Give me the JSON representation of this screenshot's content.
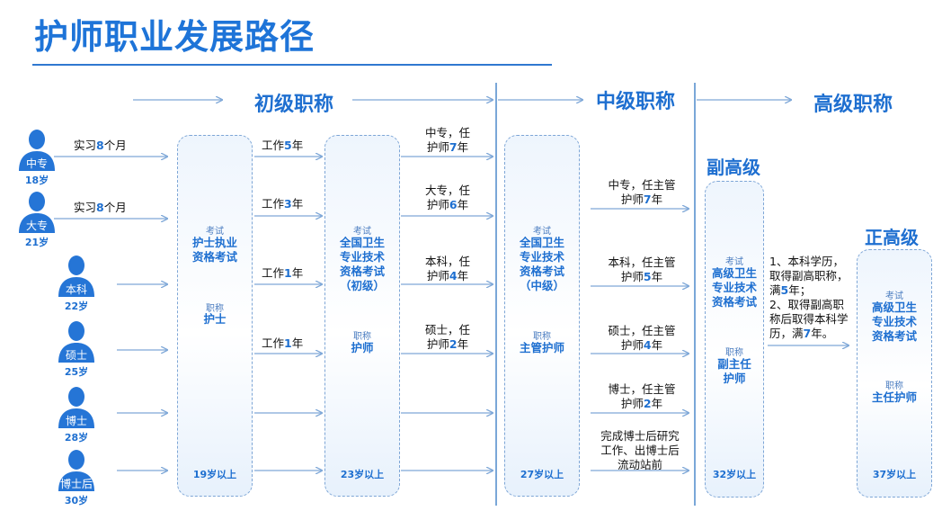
{
  "title": "护师职业发展路径",
  "levels": {
    "primary": "初级职称",
    "intermediate": "中级职称",
    "senior": "高级职称"
  },
  "subs": {
    "vice": "副高级",
    "full": "正高级"
  },
  "people": [
    {
      "tag": "中专",
      "age": "18岁"
    },
    {
      "tag": "大专",
      "age": "21岁"
    },
    {
      "tag": "本科",
      "age": "22岁"
    },
    {
      "tag": "硕士",
      "age": "25岁"
    },
    {
      "tag": "博士",
      "age": "28岁"
    },
    {
      "tag": "博士后",
      "age": "30岁"
    }
  ],
  "intern": {
    "a": "实习",
    "b": "8",
    "c": "个月"
  },
  "work": [
    {
      "a": "工作",
      "b": "5",
      "c": "年"
    },
    {
      "a": "工作",
      "b": "3",
      "c": "年"
    },
    {
      "a": "工作",
      "b": "1",
      "c": "年"
    },
    {
      "a": "工作",
      "b": "1",
      "c": "年"
    }
  ],
  "box1": {
    "exam_small": "考试",
    "exam": "护士执业\n资格考试",
    "title_small": "职称",
    "title": "护士",
    "age": "19岁以上"
  },
  "box2": {
    "exam_small": "考试",
    "exam": "全国卫生\n专业技术\n资格考试\n（初级）",
    "title_small": "职称",
    "title": "护师",
    "age": "23岁以上"
  },
  "box3": {
    "exam_small": "考试",
    "exam": "全国卫生\n专业技术\n资格考试\n（中级）",
    "title_small": "职称",
    "title": "主管护师",
    "age": "27岁以上"
  },
  "box4": {
    "exam_small": "考试",
    "exam": "高级卫生\n专业技术\n资格考试",
    "title_small": "职称",
    "title": "副主任\n护师",
    "age": "32岁以上"
  },
  "box5": {
    "exam_small": "考试",
    "exam": "高级卫生\n专业技术\n资格考试",
    "title_small": "职称",
    "title": "主任护师",
    "age": "37岁以上"
  },
  "col3": [
    {
      "l1": "中专，任",
      "l2a": "护师",
      "l2b": "7",
      "l2c": "年"
    },
    {
      "l1": "大专，任",
      "l2a": "护师",
      "l2b": "6",
      "l2c": "年"
    },
    {
      "l1": "本科，任",
      "l2a": "护师",
      "l2b": "4",
      "l2c": "年"
    },
    {
      "l1": "硕士，任",
      "l2a": "护师",
      "l2b": "2",
      "l2c": "年"
    }
  ],
  "col4": [
    {
      "l1": "中专，任主管",
      "l2a": "护师",
      "l2b": "7",
      "l2c": "年"
    },
    {
      "l1": "本科，任主管",
      "l2a": "护师",
      "l2b": "5",
      "l2c": "年"
    },
    {
      "l1": "硕士，任主管",
      "l2a": "护师",
      "l2b": "4",
      "l2c": "年"
    },
    {
      "l1": "博士，任主管",
      "l2a": "护师",
      "l2b": "2",
      "l2c": "年"
    }
  ],
  "postdoc_note": "完成博士后研究\n工作、出博士后\n流动站前",
  "senior_note": {
    "p1a": "1、本科学历，\n取得副高职称，\n满",
    "p1b": "5",
    "p1c": "年；",
    "p2a": "2、取得副高职\n称后取得本科学\n历，满",
    "p2b": "7",
    "p2c": "年。"
  },
  "colors": {
    "accent": "#1e6fd0",
    "person": "#2575d6",
    "arrow": "#7fa8d8"
  }
}
